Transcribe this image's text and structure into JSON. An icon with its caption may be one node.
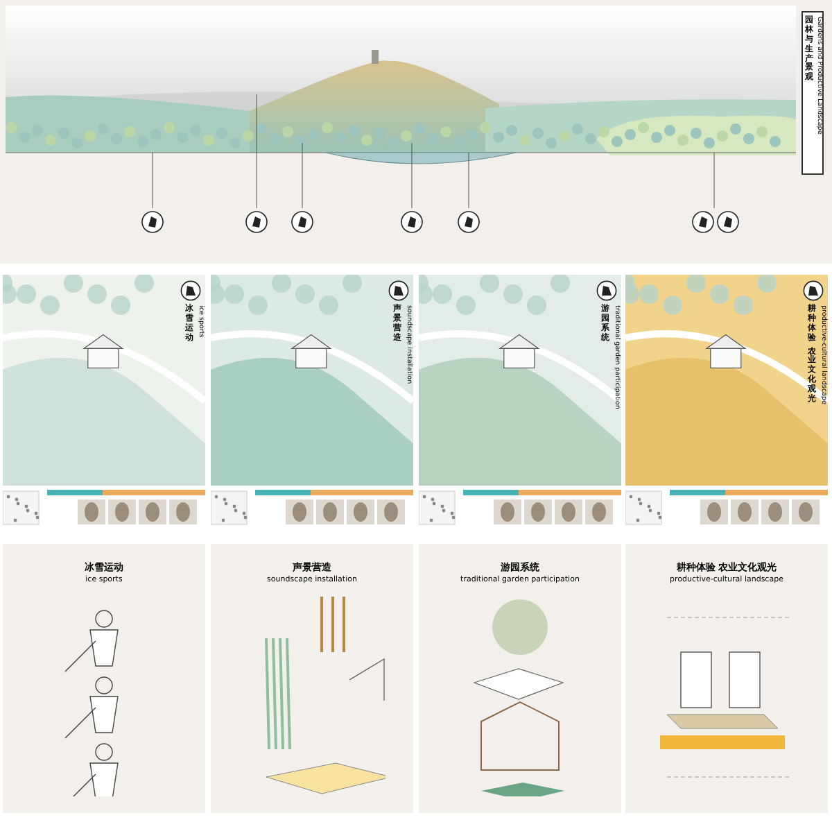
{
  "diagram": {
    "nodes": [
      {
        "text": [
          "园林与生产景观",
          "Gardens and Productive Landscape"
        ]
      },
      {
        "text": [
          "冰雪运动",
          "ice sports"
        ]
      },
      {
        "text": [
          "声景营造",
          "soundscape installation"
        ]
      },
      {
        "text": [
          "游园系统",
          "traditional garden participation"
        ]
      },
      {
        "text": [
          "耕种体验",
          "农业文化观光",
          "productive-cultural landscape"
        ]
      },
      {
        "text": [
          "冰雪运动",
          "ice sports"
        ]
      },
      {
        "text": [
          "声景营造",
          "soundscape installation"
        ]
      },
      {
        "text": [
          "游园系统",
          "traditional garden participation"
        ]
      },
      {
        "text": [
          "耕种体验 农业文化观光",
          "productive-cultural landscape"
        ]
      }
    ]
  }
}
